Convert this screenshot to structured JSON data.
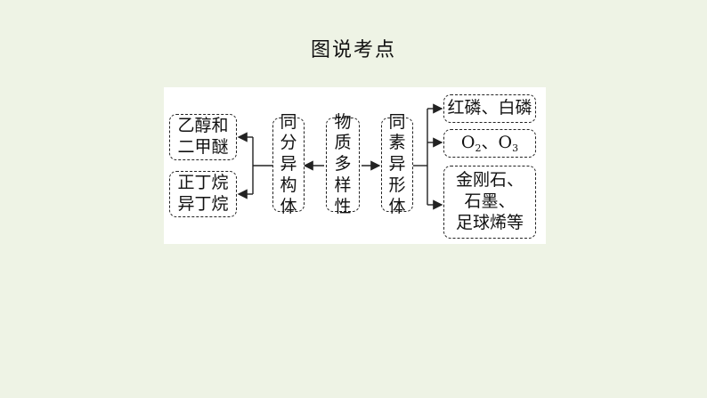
{
  "title": "图说考点",
  "diagram": {
    "center": {
      "label": "物质多样性"
    },
    "left_branch": {
      "label": "同分异构体",
      "examples": [
        "乙醇和二甲醚",
        "正丁烷异丁烷"
      ]
    },
    "right_branch": {
      "label": "同素异形体",
      "examples": [
        "红磷、白磷",
        "O₂、O₃",
        "金刚石、石墨、足球烯等"
      ]
    }
  },
  "lines": {
    "ex_l1_a": "乙醇和",
    "ex_l1_b": "二甲醚",
    "ex_l2_a": "正丁烷",
    "ex_l2_b": "异丁烷",
    "ex_r1": "红磷、白磷",
    "ex_r2_o": "O",
    "ex_r2_sub1": "2",
    "ex_r2_sep": "、O",
    "ex_r2_sub2": "3",
    "ex_r3_a": "金刚石、",
    "ex_r3_b": "石墨、",
    "ex_r3_c": "足球烯等"
  },
  "colors": {
    "background": "#eef3e5",
    "panel": "#ffffff",
    "line": "#222222"
  }
}
